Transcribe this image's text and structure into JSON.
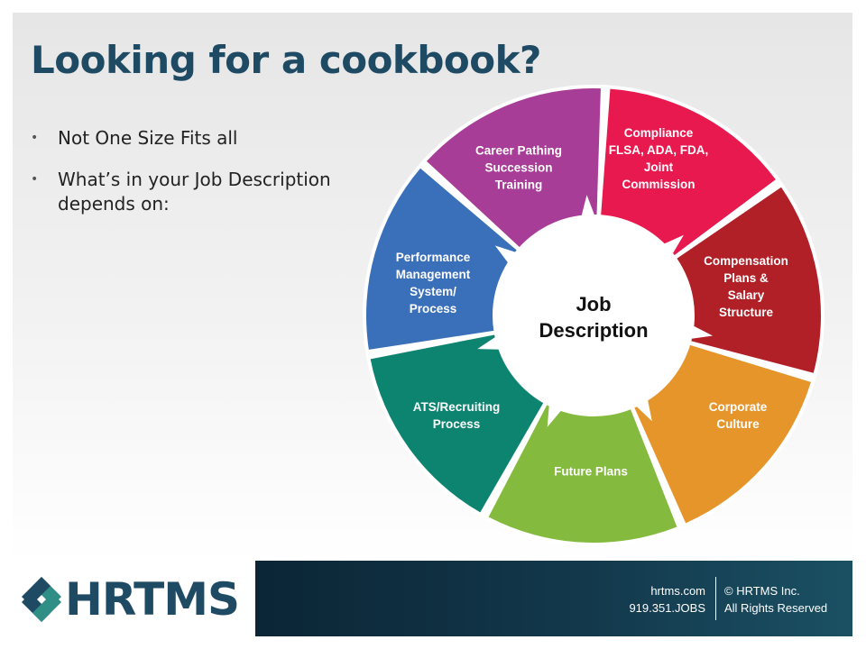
{
  "title": "Looking for a cookbook?",
  "bullets": [
    "Not One Size Fits all",
    "What’s in your Job Description depends on:"
  ],
  "wheel": {
    "center_label": "Job\nDescription",
    "segments": [
      {
        "label": "Compliance\nFLSA, ADA, FDA,\nJoint\nCommission",
        "color": "#e8194f"
      },
      {
        "label": "Compensation\nPlans &\nSalary\nStructure",
        "color": "#b11f27"
      },
      {
        "label": "Corporate\nCulture",
        "color": "#e5952a"
      },
      {
        "label": "Future Plans",
        "color": "#84bb3f"
      },
      {
        "label": "ATS/Recruiting\nProcess",
        "color": "#0d8470"
      },
      {
        "label": "Performance\nManagement\nSystem/\nProcess",
        "color": "#3a6fba"
      },
      {
        "label": "Career Pathing\nSuccession\nTraining",
        "color": "#a83d97"
      }
    ]
  },
  "logo": {
    "text": "HRTMS",
    "color": "#1e4a63"
  },
  "footer": {
    "website": "hrtms.com",
    "phone": "919.351.JOBS",
    "copyright": "© HRTMS Inc.",
    "rights": "All Rights Reserved"
  }
}
